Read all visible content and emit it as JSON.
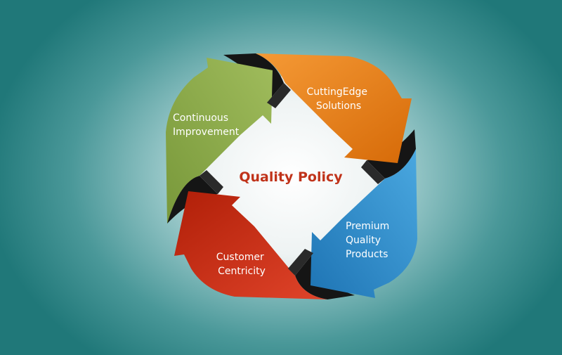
{
  "diagram": {
    "center_title": "Quality Policy",
    "segments": [
      {
        "id": "cutting-edge",
        "lines": [
          "CuttingEdge",
          "Solutions"
        ],
        "color": "#e07a14"
      },
      {
        "id": "premium-quality",
        "lines": [
          "Premium",
          "Quality",
          "Products"
        ],
        "color": "#2c8ccd"
      },
      {
        "id": "customer-centricity",
        "lines": [
          "Customer",
          "Centricity"
        ],
        "color": "#c02a10"
      },
      {
        "id": "continuous-improvement",
        "lines": [
          "Continuous",
          "Improvement"
        ],
        "color": "#8aaa48"
      }
    ],
    "colors": {
      "center_title": "#c0331a",
      "background": "#2a8a8a",
      "ribbon_dark": "#1a1a1a"
    }
  }
}
